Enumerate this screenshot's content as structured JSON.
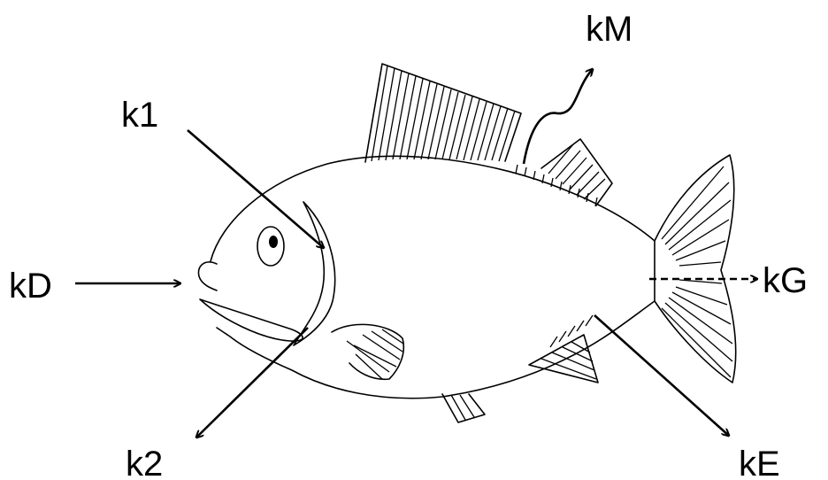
{
  "labels": {
    "kM": "kM",
    "k1": "k1",
    "kD": "kD",
    "kG": "kG",
    "k2": "k2",
    "kE": "kE"
  },
  "colors": {
    "stroke": "#000000",
    "background": "#ffffff"
  }
}
